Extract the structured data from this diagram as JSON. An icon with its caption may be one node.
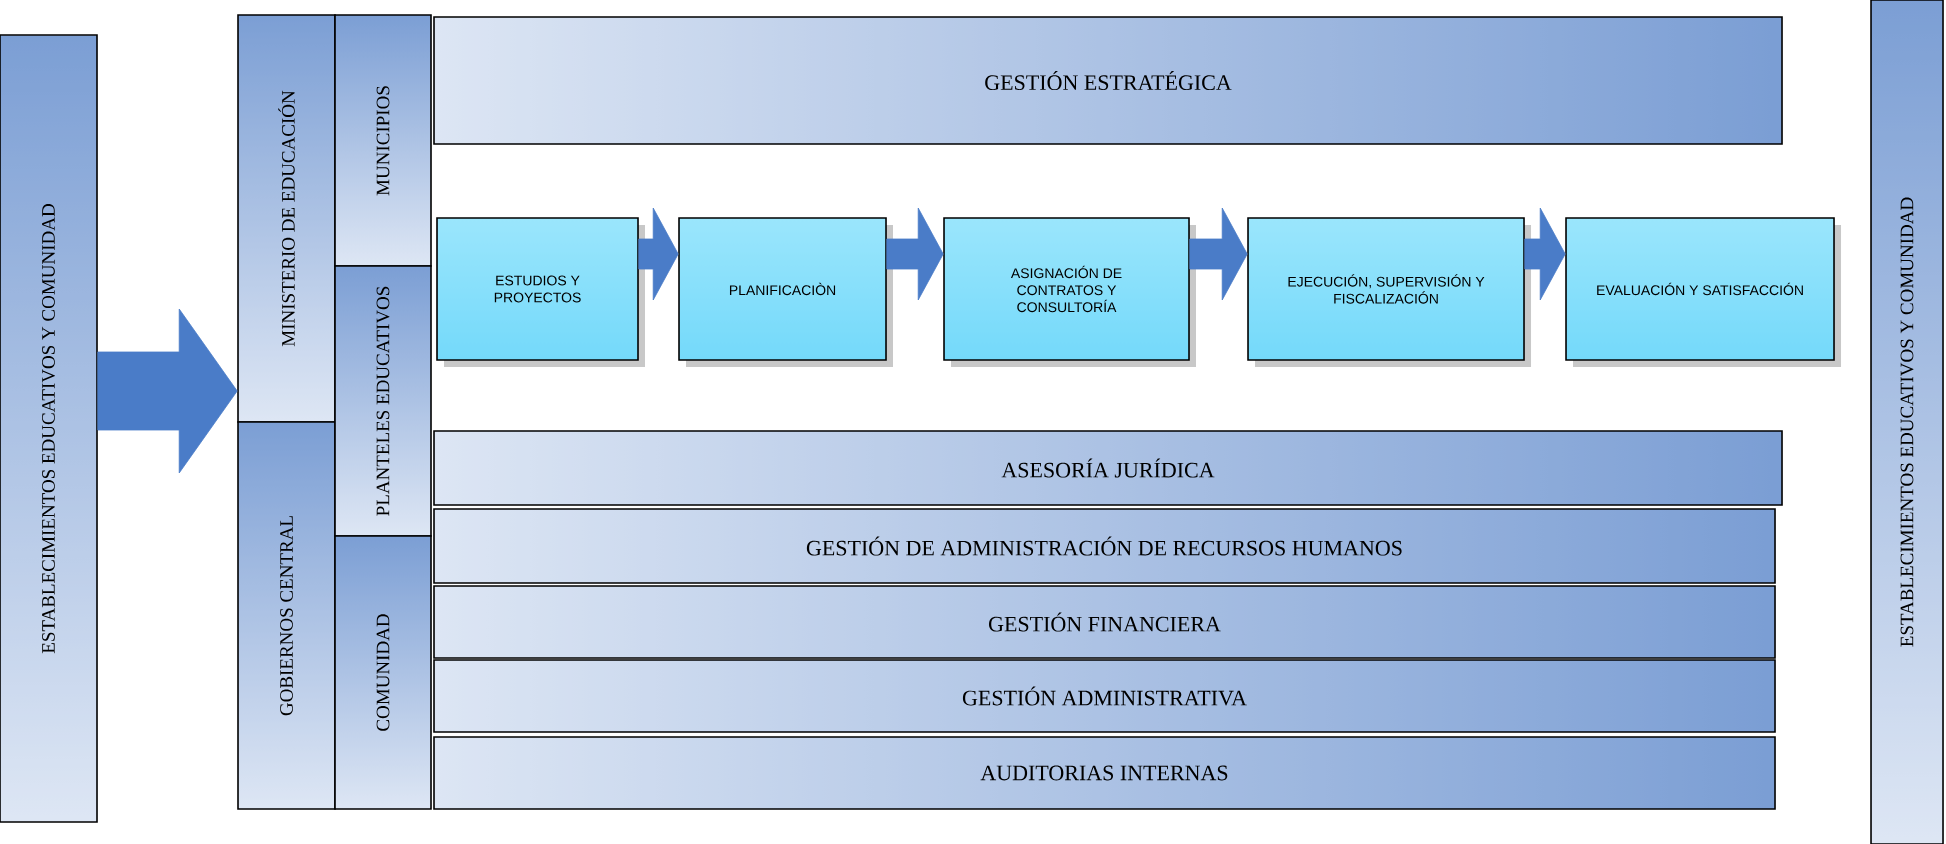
{
  "diagram": {
    "nodes": [
      {
        "text": [
          "ESTABLECIMIENTOS EDUCATIVOS Y COMUNIDAD"
        ]
      },
      {
        "text": [
          "MINISTERIO DE EDUCACIÓN"
        ]
      },
      {
        "text": [
          "GOBIERNOS CENTRAL"
        ]
      },
      {
        "text": [
          "MUNICIPIOS"
        ]
      },
      {
        "text": [
          "PLANTELES EDUCATIVOS"
        ]
      },
      {
        "text": [
          "COMUNIDAD"
        ]
      },
      {
        "text": [
          "GESTIÓN ESTRATÉGICA"
        ]
      },
      {
        "text": [
          "ESTUDIOS Y PROYECTOS"
        ]
      },
      {
        "text": [
          "PLANIFICACIÒN"
        ]
      },
      {
        "text": [
          "ASIGNACIÓN DE CONTRATOS Y CONSULTORÍA"
        ]
      },
      {
        "text": [
          "EJECUCIÓN, SUPERVISIÓN Y FISCALIZACIÓN"
        ]
      },
      {
        "text": [
          "EVALUACIÓN Y SATISFACCIÓN"
        ]
      },
      {
        "text": [
          "ASESORÍA JURÍDICA"
        ]
      },
      {
        "text": [
          "GESTIÓN DE ADMINISTRACIÓN DE RECURSOS HUMANOS"
        ]
      },
      {
        "text": [
          "GESTIÓN FINANCIERA"
        ]
      },
      {
        "text": [
          "GESTIÓN ADMINISTRATIVA"
        ]
      },
      {
        "text": [
          "AUDITORIAS INTERNAS"
        ]
      },
      {
        "text": [
          "ESTABLECIMIENTOS EDUCATIVOS Y COMUNIDAD"
        ]
      }
    ],
    "edges": [
      {
        "from": 0,
        "to": 1,
        "arrow": "to",
        "style": "thick"
      },
      {
        "from": 7,
        "to": 8,
        "arrow": "to"
      },
      {
        "from": 8,
        "to": 9,
        "arrow": "to"
      },
      {
        "from": 9,
        "to": 10,
        "arrow": "to"
      },
      {
        "from": 10,
        "to": 11,
        "arrow": "to"
      }
    ]
  }
}
